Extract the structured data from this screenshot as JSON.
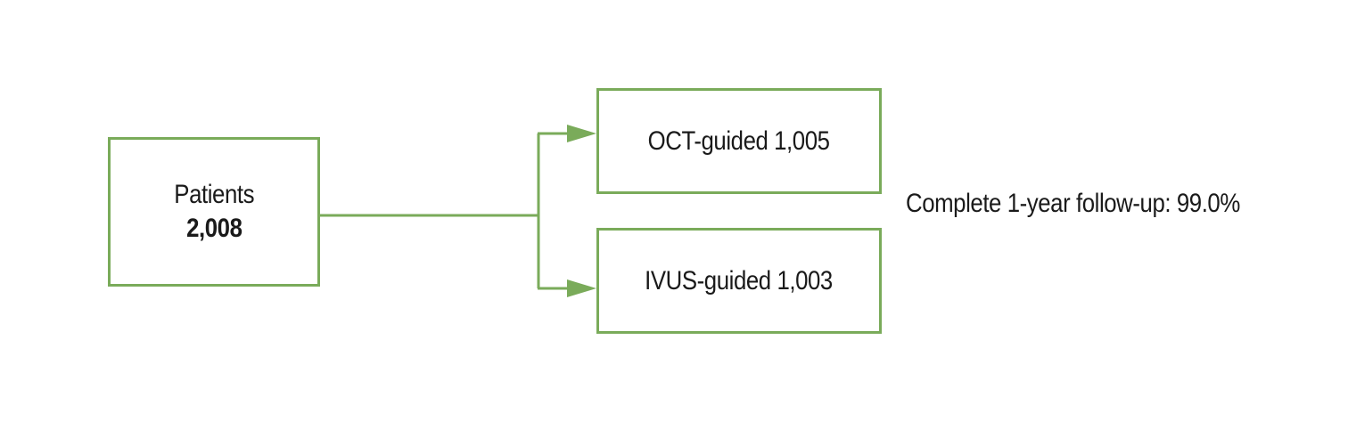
{
  "diagram": {
    "patients": {
      "label": "Patients",
      "count": "2,008"
    },
    "oct": {
      "label": "OCT-guided 1,005"
    },
    "ivus": {
      "label": "IVUS-guided 1,003"
    },
    "follow_up": "Complete 1-year follow-up: 99.0%",
    "colors": {
      "box_border": "#7aab5a",
      "connector": "#7aab5a",
      "text": "#1a1a1a",
      "background": "#ffffff"
    }
  }
}
